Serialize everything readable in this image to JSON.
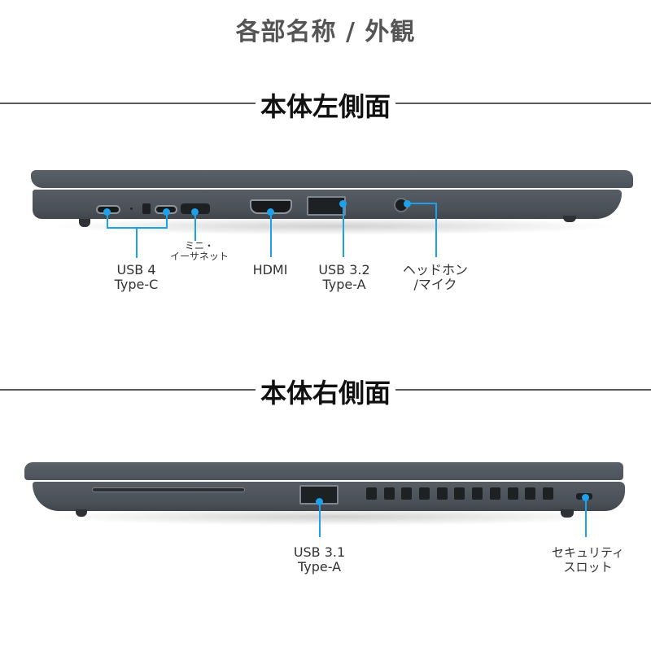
{
  "page": {
    "title": "各部名称 / 外観"
  },
  "colors": {
    "callout_blue": "#1fa0ea",
    "laptop_body": "#51575e",
    "title_gray": "#555555",
    "section_title": "#111111"
  },
  "left_side": {
    "section_title": "本体左側面",
    "callouts": [
      {
        "id": "usb4",
        "line1": "USB 4",
        "line2": "Type-C"
      },
      {
        "id": "mini-ethernet",
        "line1": "ミニ・",
        "line2": "イーサネット"
      },
      {
        "id": "hdmi",
        "line1": "HDMI",
        "line2": ""
      },
      {
        "id": "usb32",
        "line1": "USB 3.2",
        "line2": "Type-A"
      },
      {
        "id": "headphone",
        "line1": "ヘッドホン",
        "line2": "/マイク"
      }
    ]
  },
  "right_side": {
    "section_title": "本体右側面",
    "callouts": [
      {
        "id": "usb31",
        "line1": "USB 3.1",
        "line2": "Type-A"
      },
      {
        "id": "security-slot",
        "line1": "セキュリティ",
        "line2": "スロット"
      }
    ]
  }
}
